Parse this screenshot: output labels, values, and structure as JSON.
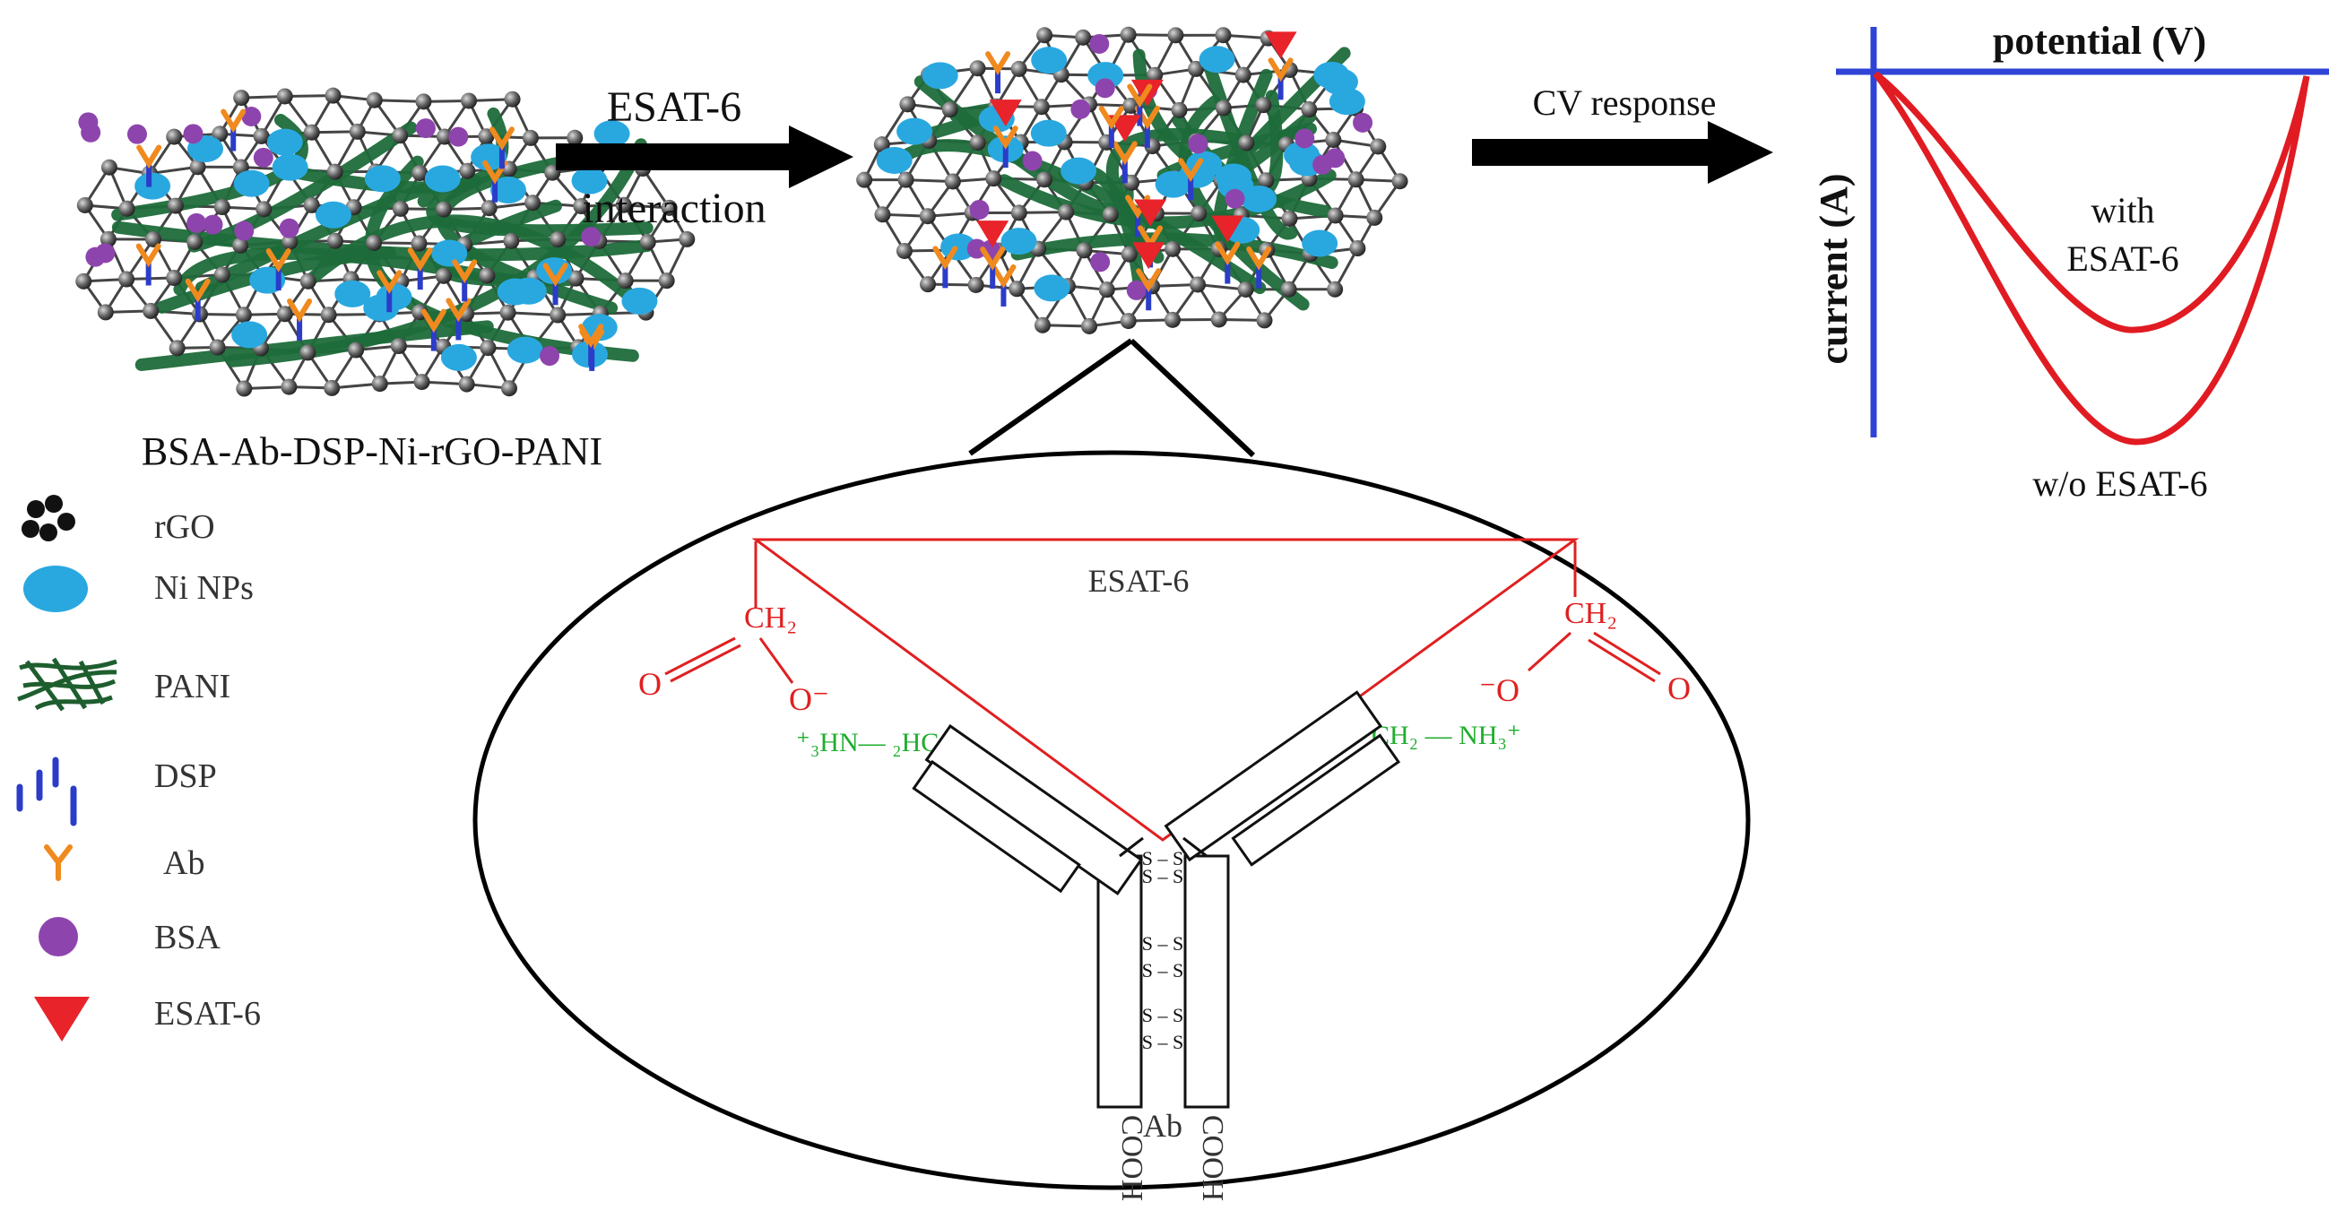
{
  "title_label": "BSA-Ab-DSP-Ni-rGO-PANI",
  "arrow1": {
    "line1": "ESAT-6",
    "line2": "interaction"
  },
  "arrow2": {
    "label": "CV response"
  },
  "cv_plot": {
    "xlabel": "potential (V)",
    "ylabel": "current (A)",
    "curve_with_label_1": "with",
    "curve_with_label_2": "ESAT-6",
    "curve_without_label": "w/o ESAT-6"
  },
  "legend": [
    {
      "label": "rGO",
      "icon": "rgo-cluster-icon"
    },
    {
      "label": "Ni NPs",
      "icon": "ni-nanoparticle-icon"
    },
    {
      "label": "PANI",
      "icon": "pani-fiber-icon"
    },
    {
      "label": "DSP",
      "icon": "dsp-linker-icon"
    },
    {
      "label": "Ab",
      "icon": "antibody-y-icon"
    },
    {
      "label": "BSA",
      "icon": "bsa-dot-icon"
    },
    {
      "label": "ESAT-6",
      "icon": "esat6-triangle-icon"
    }
  ],
  "zoom": {
    "antigen_label": "ESAT-6",
    "ch2_left": "CH₂",
    "ch2_right": "CH₂",
    "o_left": "O",
    "o_right": "O",
    "ominus_left": "O⁻",
    "ominus_right": "⁻O",
    "amine_left": "⁺₃HN— ₂HC",
    "amine_right": "CH₂ — NH₃⁺",
    "ab_label": "Ab",
    "cooh_left": "COOH",
    "cooh_right": "COOH",
    "disulfide": "S"
  },
  "colors": {
    "ni": "#29a8e0",
    "pani": "#1e6b3a",
    "dsp": "#2b3cc9",
    "ab": "#f08a1e",
    "bsa": "#8e44ad",
    "esat": "#e8232a",
    "cv_curve": "#e11b22",
    "axis": "#2f44d6",
    "chem_red": "#e02020",
    "chem_green": "#1fae2e"
  }
}
